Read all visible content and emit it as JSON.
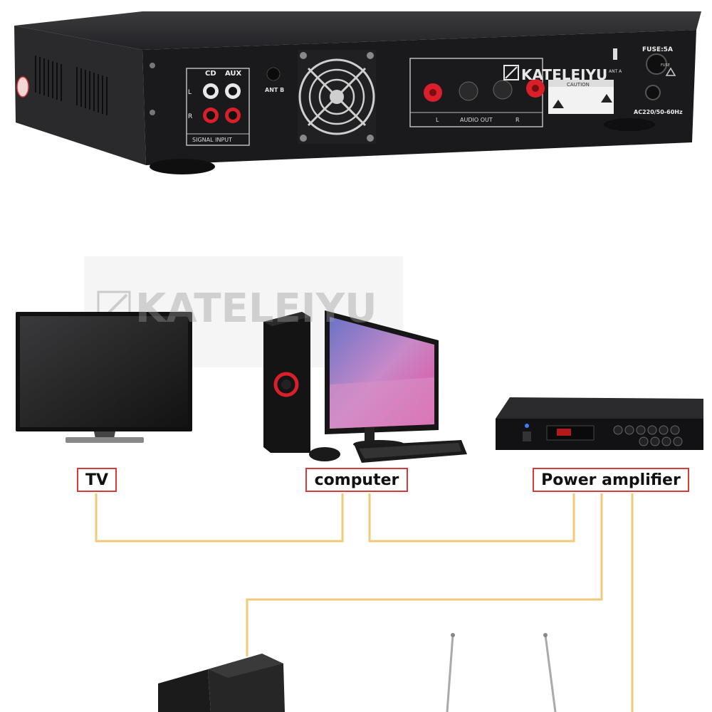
{
  "amplifier_rear": {
    "input_panel": {
      "cd": "CD",
      "aux": "AUX",
      "left": "L",
      "right": "R",
      "title": "SIGNAL INPUT"
    },
    "ant_b": "ANT B",
    "ant_a": "ANT A",
    "audio_out": {
      "title": "AUDIO OUT",
      "left": "L",
      "right": "R"
    },
    "caution": "CAUTION",
    "fuse": "FUSE:5A",
    "fuse_label": "FUSE",
    "power": "AC220/50-60Hz"
  },
  "watermark": {
    "brand": "KATELEIYU"
  },
  "labels": {
    "tv": "TV",
    "computer": "computer",
    "amplifier": "Power amplifier"
  },
  "colors": {
    "wire": "#f2c97a",
    "label_border": "#d63b3b",
    "chassis": "#1c1c1e",
    "terminal_red": "#d81f2a"
  }
}
